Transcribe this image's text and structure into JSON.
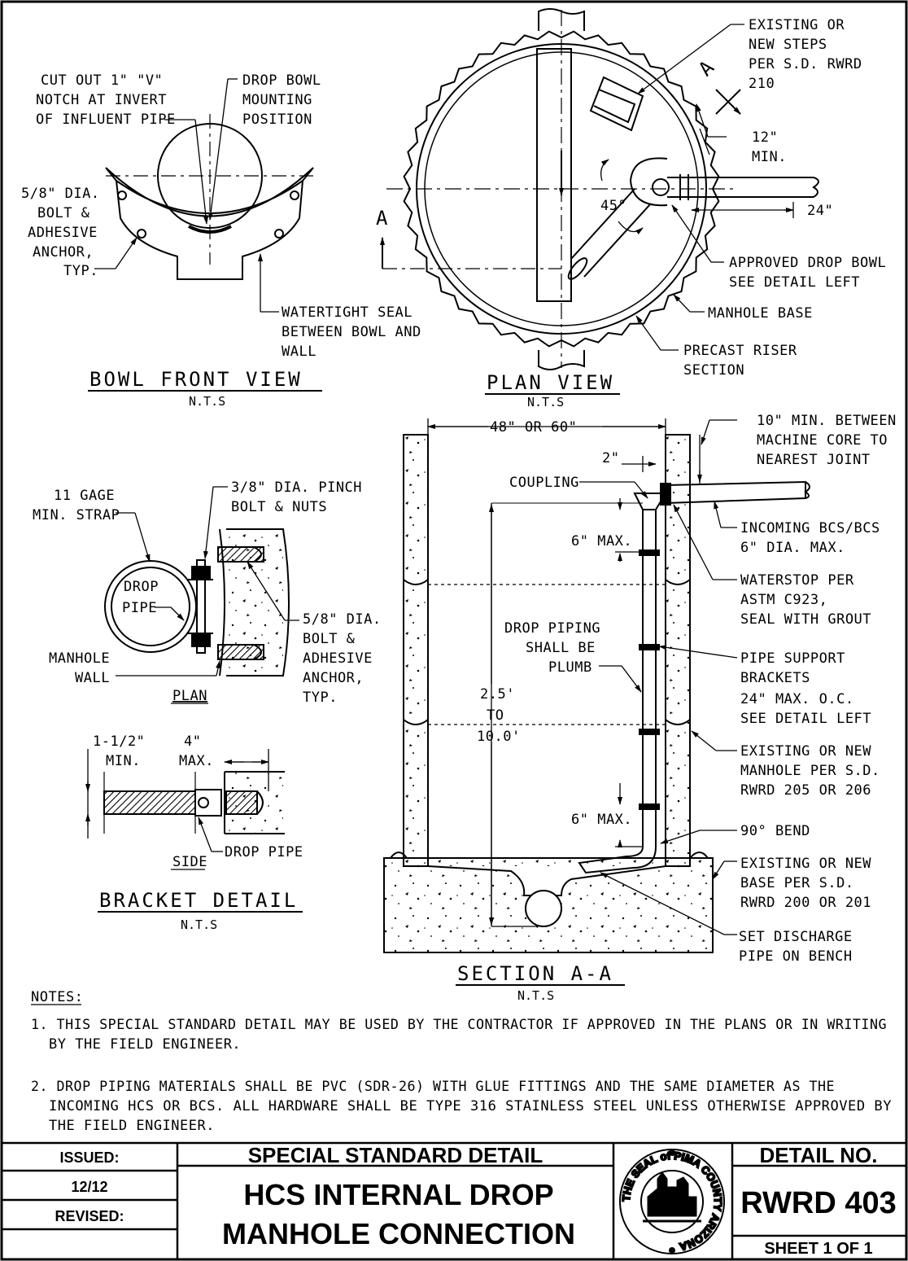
{
  "bowl_front_view": {
    "title": "BOWL FRONT VIEW",
    "scale": "N.T.S",
    "labels": {
      "notch": [
        "CUT OUT 1\" \"V\"",
        "NOTCH AT INVERT",
        "OF INFLUENT PIPE"
      ],
      "mounting": [
        "DROP BOWL",
        "MOUNTING",
        "POSITION"
      ],
      "anchor": [
        "5/8\" DIA.",
        "BOLT &",
        "ADHESIVE",
        "ANCHOR,",
        "TYP."
      ],
      "seal": [
        "WATERTIGHT SEAL",
        "BETWEEN BOWL AND",
        "WALL"
      ]
    }
  },
  "plan_view": {
    "title": "PLAN VIEW",
    "scale": "N.T.S",
    "section_marker": "A",
    "angle": "45°",
    "labels": {
      "steps": [
        "EXISTING OR",
        "NEW STEPS",
        "PER S.D. RWRD",
        "210"
      ],
      "min12": [
        "12\"",
        "MIN."
      ],
      "dim24": "24\"",
      "drop_bowl": [
        "APPROVED DROP BOWL",
        "SEE DETAIL LEFT"
      ],
      "base": "MANHOLE BASE",
      "riser": [
        "PRECAST RISER",
        "SECTION"
      ]
    }
  },
  "bracket_detail": {
    "title": "BRACKET DETAIL",
    "scale": "N.T.S",
    "plan_label": "PLAN",
    "side_label": "SIDE",
    "labels": {
      "strap": [
        "11 GAGE",
        "MIN. STRAP"
      ],
      "pinch": [
        "3/8\" DIA. PINCH",
        "BOLT & NUTS"
      ],
      "drop_pipe": [
        "DROP",
        "PIPE"
      ],
      "wall": [
        "MANHOLE",
        "WALL"
      ],
      "anchor": [
        "5/8\" DIA.",
        "BOLT &",
        "ADHESIVE",
        "ANCHOR,",
        "TYP."
      ],
      "min": [
        "1-1/2\"",
        "MIN."
      ],
      "max": [
        "4\"",
        "MAX."
      ],
      "side_pipe": "DROP PIPE"
    }
  },
  "section_aa": {
    "title": "SECTION A-A",
    "scale": "N.T.S",
    "labels": {
      "width": "48\" OR 60\"",
      "dim2": "2\"",
      "coupling": "COUPLING",
      "max6_top": "6\" MAX.",
      "max6_bottom": "6\" MAX.",
      "plumb": [
        "DROP PIPING",
        "SHALL BE",
        "PLUMB"
      ],
      "height": [
        "2.5'",
        "TO",
        "10.0'"
      ],
      "joint": [
        "10\" MIN. BETWEEN",
        "MACHINE CORE TO",
        "NEAREST JOINT"
      ],
      "incoming": [
        "INCOMING BCS/BCS",
        "6\" DIA. MAX."
      ],
      "waterstop": [
        "WATERSTOP PER",
        "ASTM C923,",
        "SEAL WITH GROUT"
      ],
      "support": [
        "PIPE SUPPORT",
        "BRACKETS",
        "24\" MAX. O.C.",
        "SEE DETAIL LEFT"
      ],
      "manhole": [
        "EXISTING OR NEW",
        "MANHOLE PER S.D.",
        "RWRD 205 OR 206"
      ],
      "bend": "90° BEND",
      "base": [
        "EXISTING OR NEW",
        "BASE PER S.D.",
        "RWRD 200 OR 201"
      ],
      "discharge": [
        "SET DISCHARGE",
        "PIPE ON BENCH"
      ]
    }
  },
  "notes": {
    "heading": "NOTES:",
    "note1": [
      "1. THIS SPECIAL STANDARD DETAIL MAY BE USED BY THE CONTRACTOR IF APPROVED IN THE PLANS OR IN WRITING",
      "BY THE FIELD ENGINEER."
    ],
    "note2": [
      "2. DROP PIPING MATERIALS SHALL BE PVC (SDR-26) WITH GLUE FITTINGS AND THE SAME DIAMETER AS THE",
      "INCOMING HCS OR BCS. ALL HARDWARE SHALL BE TYPE 316 STAINLESS STEEL UNLESS OTHERWISE APPROVED BY",
      "THE FIELD ENGINEER."
    ]
  },
  "title_block": {
    "issued_label": "ISSUED:",
    "issued_date": "12/12",
    "revised_label": "REVISED:",
    "header": "SPECIAL STANDARD DETAIL",
    "title_lines": [
      "HCS INTERNAL DROP",
      "MANHOLE CONNECTION"
    ],
    "seal_text": "THE SEAL of PIMA COUNTY ARIZONA",
    "detail_label": "DETAIL NO.",
    "detail_number": "RWRD 403",
    "sheet": "SHEET 1 OF 1"
  }
}
